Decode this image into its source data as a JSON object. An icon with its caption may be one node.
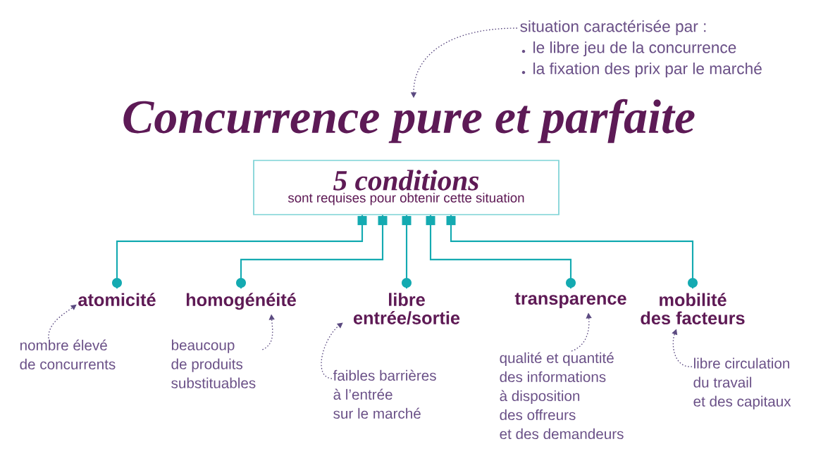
{
  "diagram": {
    "nodes": [
      {
        "text": [
          "situation caractérisée par :",
          "le libre jeu de la concurrence",
          "la fixation des prix par le marché"
        ]
      },
      {
        "text": [
          "Concurrence pure et parfaite"
        ]
      },
      {
        "text": [
          "5 conditions",
          "sont requises pour obtenir cette situation"
        ]
      },
      {
        "text": [
          "atomicité"
        ]
      },
      {
        "text": [
          "homogénéité"
        ]
      },
      {
        "text": [
          "libre entrée/sortie"
        ]
      },
      {
        "text": [
          "transparence"
        ]
      },
      {
        "text": [
          "mobilité des facteurs"
        ]
      },
      {
        "text": [
          "nombre élevé de concurrents"
        ]
      },
      {
        "text": [
          "beaucoup de produits substituables"
        ]
      },
      {
        "text": [
          "faibles barrières à l’entrée sur le marché"
        ]
      },
      {
        "text": [
          "qualité et quantité des informations à disposition des offreurs et des demandeurs"
        ]
      },
      {
        "text": [
          "libre circulation du travail et des capitaux"
        ]
      }
    ],
    "edges": [
      {
        "from": 0,
        "to": 1,
        "arrow": "to",
        "style": "dashed"
      },
      {
        "from": 2,
        "to": 3,
        "arrow": "other",
        "color": "#14aab1"
      },
      {
        "from": 2,
        "to": 4,
        "arrow": "other",
        "color": "#14aab1"
      },
      {
        "from": 2,
        "to": 5,
        "arrow": "other",
        "color": "#14aab1"
      },
      {
        "from": 2,
        "to": 6,
        "arrow": "other",
        "color": "#14aab1"
      },
      {
        "from": 2,
        "to": 7,
        "arrow": "other",
        "color": "#14aab1"
      },
      {
        "from": 8,
        "to": 3,
        "arrow": "to",
        "style": "dashed"
      },
      {
        "from": 9,
        "to": 4,
        "arrow": "to",
        "style": "dashed"
      },
      {
        "from": 10,
        "to": 5,
        "arrow": "to",
        "style": "dashed"
      },
      {
        "from": 11,
        "to": 6,
        "arrow": "to",
        "style": "dashed"
      },
      {
        "from": 12,
        "to": 7,
        "arrow": "to",
        "style": "dashed"
      }
    ]
  }
}
